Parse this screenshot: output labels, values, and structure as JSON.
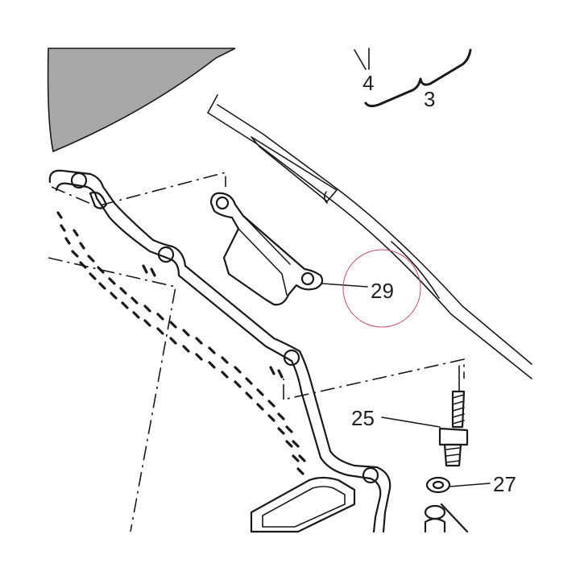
{
  "callouts": {
    "label_4": "4",
    "label_3": "3",
    "label_29": "29",
    "label_25": "25",
    "label_27": "27"
  },
  "colors": {
    "line": "#1a1a1a",
    "shade": "#a8a8a8",
    "highlight_circle": "#c0506a",
    "background": "#ffffff"
  }
}
